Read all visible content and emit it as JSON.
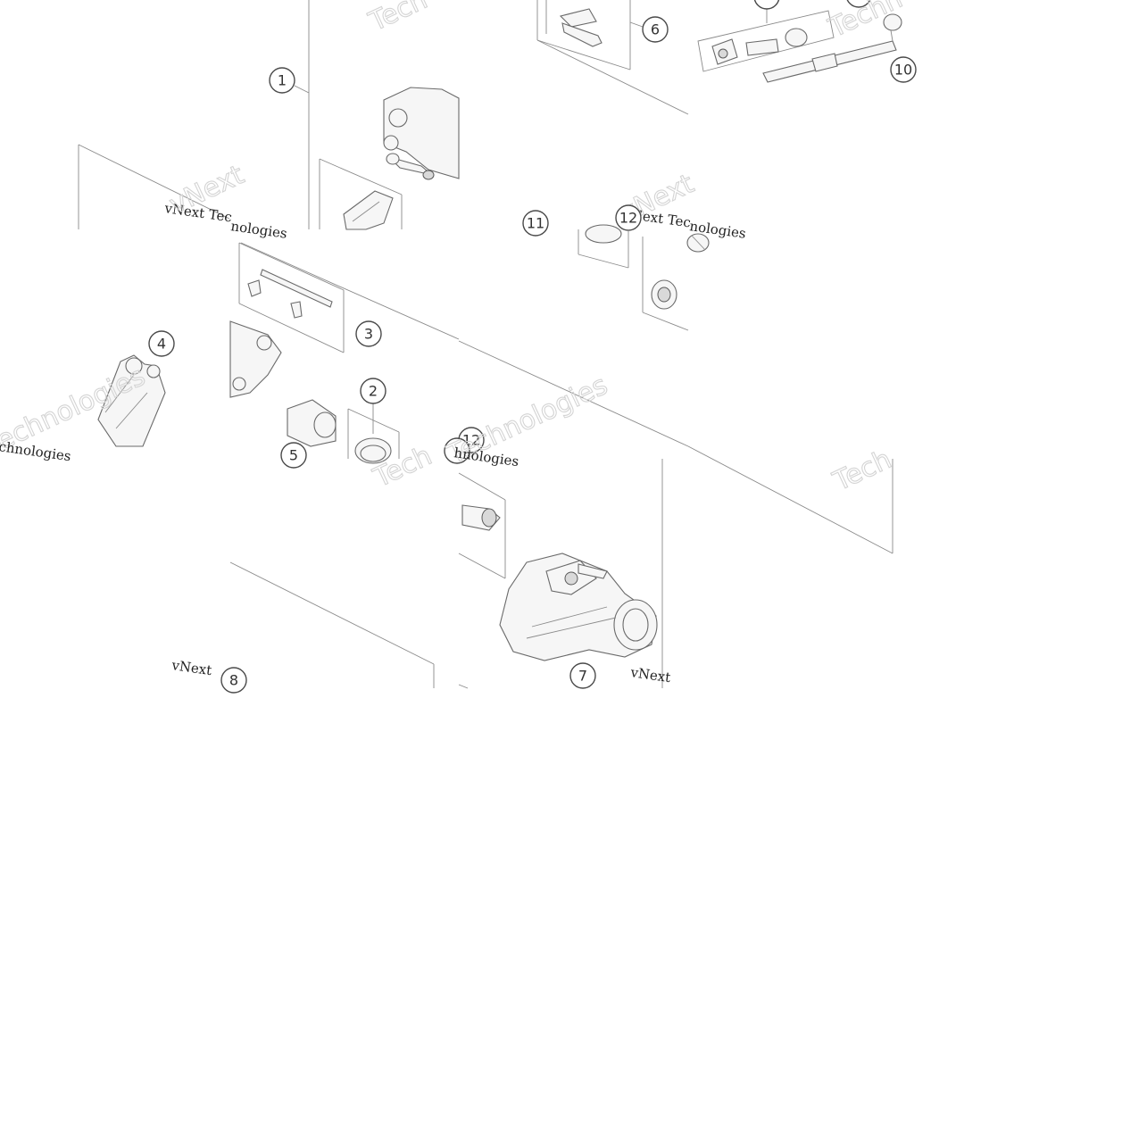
{
  "diagram": {
    "callouts": [
      "1",
      "2",
      "3",
      "4",
      "5",
      "6",
      "7",
      "8",
      "10",
      "11",
      "12",
      "12"
    ],
    "watermarks": {
      "brand_small": "vNext Technologies",
      "brand_small_2": "vNext Tec",
      "brand_small_3": "vNext Tec",
      "brand_small_4": "chnologies",
      "brand_small_5": "nologies",
      "brand_small_6": "hnologies",
      "brand_small_7": "vNext",
      "brand_small_8": "vNext",
      "brand_big": "Techno",
      "brand_big_2": "Technolog",
      "brand_big_3": "Techn",
      "brand_big_4": "Tech",
      "brand_big_5": "vNext",
      "brand_big_6": "Technologies",
      "brand_big_7": "vNext",
      "brand_big_8": "Technologies"
    }
  }
}
